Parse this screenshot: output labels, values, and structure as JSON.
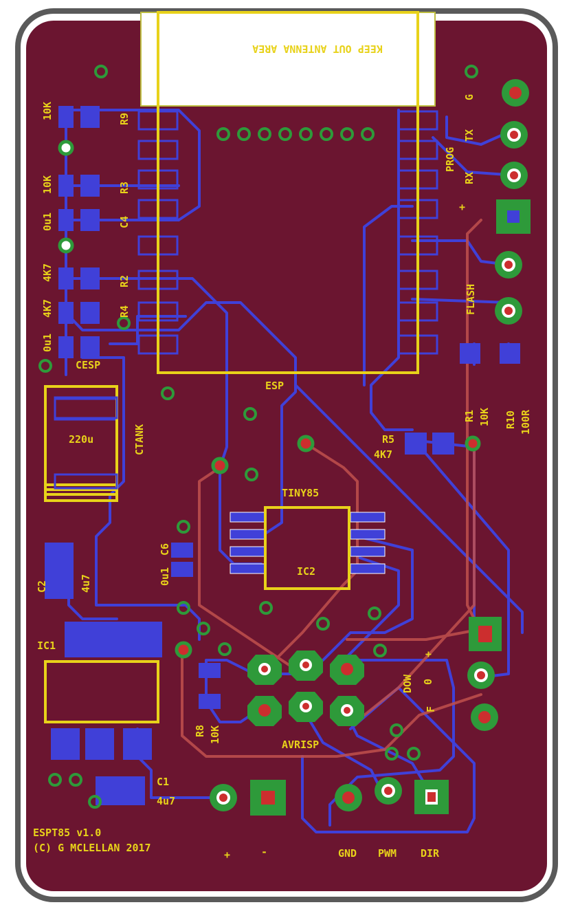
{
  "board": {
    "antenna_note": "KEEP OUT ANTENNA AREA",
    "title_line1": "ESPT85 v1.0",
    "title_line2": "(C) G MCLELLAN 2017",
    "colors": {
      "substrate": "#6b1530",
      "outline": "#5a5a5a",
      "silk": "#e8d21a",
      "top_trace": "#c0504d",
      "bottom_trace": "#4040d8",
      "pad_green": "#2e9a3a",
      "pad_red": "#cc2e2e"
    }
  },
  "components": {
    "esp": "ESP",
    "tiny": "TINY85",
    "ic2": "IC2",
    "ic1": "IC1",
    "avrisp": "AVRISP",
    "ctank": "CTANK",
    "ctank_val": "220u",
    "cesp": "CESP",
    "r9": "R9",
    "r9_val": "10K",
    "r3": "R3",
    "r3_val": "10K",
    "c4": "C4",
    "c4_val": "0u1",
    "r2": "R2",
    "r2_val": "4K7",
    "r4": "R4",
    "r4_val": "4K7",
    "cesp_val": "0u1",
    "c6": "C6",
    "c6_val": "0u1",
    "c2": "C2",
    "c2_val": "4u7",
    "c1": "C1",
    "c1_val": "4u7",
    "r8": "R8",
    "r8_val": "10K",
    "r5": "R5",
    "r5_val": "4K7",
    "r1": "R1",
    "r1_val": "10K",
    "r10": "R10",
    "r10_val": "100R"
  },
  "headers": {
    "g": "G",
    "tx": "TX",
    "rx": "RX",
    "plus": "+",
    "prog": "PROG",
    "flash": "FLASH",
    "dow": "DOW",
    "zero": "0",
    "plus2": "+",
    "f": "F",
    "gnd": "GND",
    "pwm": "PWM",
    "dir": "DIR",
    "power_plus": "+",
    "power_minus": "-"
  }
}
